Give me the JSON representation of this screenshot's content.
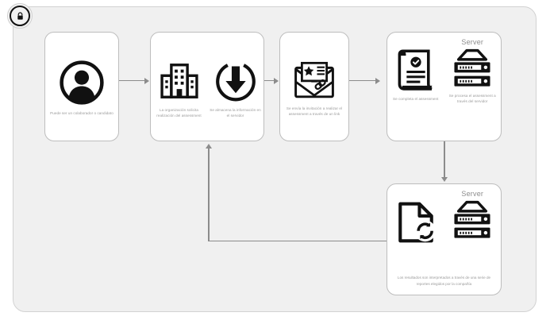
{
  "diagram": {
    "badge": {
      "icon": "lock-icon"
    },
    "nodes": [
      {
        "id": "person",
        "cells": [
          {
            "header": "",
            "icon": "user-avatar-icon",
            "caption": "Puede ser un colaborador o candidato"
          }
        ]
      },
      {
        "id": "organization",
        "cells": [
          {
            "header": "",
            "icon": "office-building-icon",
            "caption": "La organización solicita realización del assessment"
          },
          {
            "header": "",
            "icon": "download-circle-icon",
            "caption": "Se almacena la información en el servidor"
          }
        ]
      },
      {
        "id": "invitation",
        "cells": [
          {
            "header": "",
            "icon": "envelope-link-icon",
            "caption": "Se envía la invitación a realizar el assessment a través de un link"
          }
        ]
      },
      {
        "id": "complete",
        "cells": [
          {
            "header": "",
            "icon": "document-check-icon",
            "caption": "Se completa el assessment"
          },
          {
            "header": "Server",
            "icon": "server-rack-icon",
            "caption": "Se procesa el assessment a través del servidor"
          }
        ]
      },
      {
        "id": "reports",
        "cells": [
          {
            "header": "",
            "icon": "document-sync-icon",
            "caption": ""
          },
          {
            "header": "Server",
            "icon": "server-rack-icon",
            "caption": ""
          }
        ],
        "caption_full": "Los resultados son interpretados a través de una serie de reportes elegidos por la compañía"
      }
    ],
    "connectors": [
      {
        "name": "person-to-organization",
        "direction": "right"
      },
      {
        "name": "organization-to-invitation",
        "direction": "right"
      },
      {
        "name": "invitation-to-complete",
        "direction": "right"
      },
      {
        "name": "complete-to-reports",
        "direction": "down"
      },
      {
        "name": "reports-to-organization-feedback",
        "direction": "up"
      }
    ],
    "colors": {
      "canvas": "#ffffff",
      "frame_fill": "#f0f0f0",
      "frame_border": "#d2d2d2",
      "node_fill": "#ffffff",
      "node_border": "#bdbdbd",
      "icon": "#111111",
      "caption_text": "#9a9a9a",
      "header_text": "#8d8d8d",
      "connector": "#8c8c8c"
    }
  }
}
